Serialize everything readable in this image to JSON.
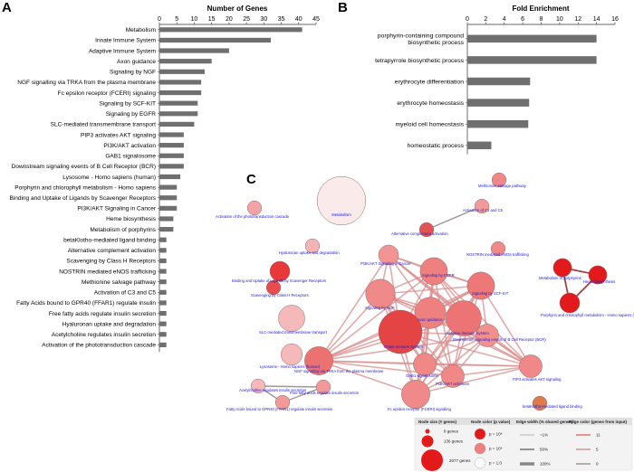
{
  "chart_data": [
    {
      "panel": "A",
      "type": "bar",
      "orientation": "horizontal",
      "title": "Number of Genes",
      "xlim": [
        0,
        45
      ],
      "ticks": [
        0,
        5,
        10,
        15,
        20,
        25,
        30,
        35,
        40,
        45
      ],
      "categories": [
        "Metabolism",
        "Innate Immune System",
        "Adaptive Immune System",
        "Axon guidance",
        "Signaling by NGF",
        "NGF signalling via TRKA from the plasma membrane",
        "Fc epsilon receptor (FCERI) signaling",
        "Signaling by SCF-KIT",
        "Signaling by EGFR",
        "SLC-mediated transmembrane transport",
        "PIP3 activates AKT signaling",
        "PI3K/AKT activation",
        "GAB1 signalosome",
        "Downstream signaling events of B Cell Receptor (BCR)",
        "Lysosome - Homo sapiens (human)",
        "Porphyrin and chlorophyll metabolism - Homo sapiens",
        "Binding and Uptake of Ligands by Scavenger Receptors",
        "PI3K/AKT Signaling in Cancer",
        "Heme biosynthesis",
        "Metabolism of porphyrins",
        "betaKlotho-mediated ligand binding",
        "Alternative complement activation",
        "Scavenging by Class H Receptors",
        "NOSTRIN mediated eNOS trafficking",
        "Methionine salvage pathway",
        "Activation of C3 and C5",
        "Fatty Acids bound to GPR40 (FFAR1) regulate insulin",
        "Free fatty acids regulate insulin secretion",
        "Hyaluronan uptake and degradation",
        "Acetylcholine regulates insulin secretion",
        "Activation of the phototransduction cascade"
      ],
      "values": [
        41,
        32,
        20,
        15,
        13,
        12,
        12,
        11,
        11,
        10,
        7,
        7,
        7,
        7,
        6,
        5,
        5,
        5,
        4,
        4,
        2,
        2,
        2,
        2,
        2,
        2,
        2,
        2,
        2,
        2,
        2
      ]
    },
    {
      "panel": "B",
      "type": "bar",
      "orientation": "horizontal",
      "title": "Fold Enrichment",
      "xlim": [
        0,
        16
      ],
      "ticks": [
        0,
        2,
        4,
        6,
        8,
        10,
        12,
        14,
        16
      ],
      "categories": [
        "porphyrin-containing compound\nbiosynthetic process",
        "tetrapyrrole biosynthetic process",
        "erythrocyte differentiation",
        "erythrocyte homeostasis",
        "myeloid cell homeostasis",
        "homeostatic process"
      ],
      "values": [
        14,
        14,
        6.8,
        6.7,
        6.6,
        2.6
      ]
    }
  ],
  "panel_c": {
    "label": "C",
    "nodes": [
      {
        "id": "metabolism",
        "label": "Metabolism",
        "size": 41,
        "color": "#fbeaea"
      },
      {
        "id": "phototrans",
        "label": "Activation of the phototransduction cascade",
        "size": 2,
        "color": "#f2a3a3"
      },
      {
        "id": "hyaluronan",
        "label": "Hyaluronan uptake and degradation",
        "size": 2,
        "color": "#f4b4b4"
      },
      {
        "id": "binding",
        "label": "Binding and Uptake of Ligands by Scavenger Receptors",
        "size": 5,
        "color": "#e8383a"
      },
      {
        "id": "scavenging",
        "label": "Scavenging by Class H Receptors",
        "size": 2,
        "color": "#e84c4c"
      },
      {
        "id": "slc",
        "label": "SLC-mediated transmembrane transport",
        "size": 10,
        "color": "#f5b9b9"
      },
      {
        "id": "lysosome",
        "label": "Lysosome - Homo sapiens (human)",
        "size": 6,
        "color": "#f5b9b9"
      },
      {
        "id": "methionine",
        "label": "Methionine salvage pathway",
        "size": 2,
        "color": "#f08888"
      },
      {
        "id": "c3c5",
        "label": "Activation of C3 and C5",
        "size": 2,
        "color": "#f29a9a"
      },
      {
        "id": "altcomp",
        "label": "Alternative complement activation",
        "size": 2,
        "color": "#e25454"
      },
      {
        "id": "nostrin",
        "label": "NOSTRIN mediated eNOS trafficking",
        "size": 2,
        "color": "#f08a8a"
      },
      {
        "id": "pi3kcancer",
        "label": "PI3K/AKT Signaling in Cancer",
        "size": 5,
        "color": "#f29494"
      },
      {
        "id": "egfr",
        "label": "Signaling by EGFR",
        "size": 11,
        "color": "#ee8080"
      },
      {
        "id": "scfkit",
        "label": "Signaling by SCF-KIT",
        "size": 11,
        "color": "#ee7878"
      },
      {
        "id": "ngf",
        "label": "Signaling by NGF",
        "size": 13,
        "color": "#f08a8a"
      },
      {
        "id": "axon",
        "label": "Axon guidance",
        "size": 15,
        "color": "#ee8080"
      },
      {
        "id": "adaptive",
        "label": "Adaptive Immune System",
        "size": 20,
        "color": "#ec7474"
      },
      {
        "id": "innate",
        "label": "Innate Immune System",
        "size": 32,
        "color": "#e54444"
      },
      {
        "id": "bcr",
        "label": "Downstream signaling events of B Cell Receptor (BCR)",
        "size": 7,
        "color": "#f29090"
      },
      {
        "id": "ngftrka",
        "label": "NGF signalling via TRKA from the plasma membrane",
        "size": 12,
        "color": "#ec7272"
      },
      {
        "id": "gab1",
        "label": "GAB1 signalosome",
        "size": 7,
        "color": "#f08888"
      },
      {
        "id": "pi3kakt",
        "label": "PI3K/AKT activation",
        "size": 7,
        "color": "#f08888"
      },
      {
        "id": "pip3",
        "label": "PIP3 activates AKT signaling",
        "size": 7,
        "color": "#f08888"
      },
      {
        "id": "fceri",
        "label": "Fc epsilon receptor (FCERI) signaling",
        "size": 12,
        "color": "#f08a8a"
      },
      {
        "id": "acetyl",
        "label": "Acetylcholine regulates insulin secretion",
        "size": 2,
        "color": "#f5b9b9"
      },
      {
        "id": "freefa",
        "label": "Free fatty acids regulate insulin secretion",
        "size": 2,
        "color": "#f29a9a"
      },
      {
        "id": "gpr40",
        "label": "Fatty Acids bound to GPR40 (FFAR1) regulate insulin secretion",
        "size": 2,
        "color": "#f29a9a"
      },
      {
        "id": "betaklotho",
        "label": "betaKlotho-mediated ligand binding",
        "size": 2,
        "color": "#e07a4a"
      },
      {
        "id": "metporph",
        "label": "Metabolism of porphyrins",
        "size": 4,
        "color": "#e31a1c"
      },
      {
        "id": "heme",
        "label": "Heme biosynthesis",
        "size": 4,
        "color": "#e31a1c"
      },
      {
        "id": "porphyrin",
        "label": "Porphyrin and chlorophyll metabolism - Homo sapiens (human)",
        "size": 5,
        "color": "#e31a1c"
      }
    ],
    "edges": [
      [
        "altcomp",
        "c3c5"
      ],
      [
        "binding",
        "scavenging"
      ],
      [
        "metporph",
        "heme"
      ],
      [
        "metporph",
        "porphyrin"
      ],
      [
        "heme",
        "porphyrin"
      ],
      [
        "acetyl",
        "freefa"
      ],
      [
        "acetyl",
        "gpr40"
      ],
      [
        "freefa",
        "gpr40"
      ],
      [
        "pi3kcancer",
        "egfr"
      ],
      [
        "pi3kcancer",
        "scfkit"
      ],
      [
        "pi3kcancer",
        "ngf"
      ],
      [
        "pi3kcancer",
        "axon"
      ],
      [
        "pi3kcancer",
        "adaptive"
      ],
      [
        "pi3kcancer",
        "innate"
      ],
      [
        "pi3kcancer",
        "bcr"
      ],
      [
        "pi3kcancer",
        "pip3"
      ],
      [
        "pi3kcancer",
        "ngftrka"
      ],
      [
        "egfr",
        "scfkit"
      ],
      [
        "egfr",
        "ngf"
      ],
      [
        "egfr",
        "axon"
      ],
      [
        "egfr",
        "adaptive"
      ],
      [
        "egfr",
        "innate"
      ],
      [
        "egfr",
        "bcr"
      ],
      [
        "egfr",
        "gab1"
      ],
      [
        "egfr",
        "pi3kakt"
      ],
      [
        "egfr",
        "pip3"
      ],
      [
        "egfr",
        "ngftrka"
      ],
      [
        "egfr",
        "fceri"
      ],
      [
        "scfkit",
        "ngf"
      ],
      [
        "scfkit",
        "axon"
      ],
      [
        "scfkit",
        "adaptive"
      ],
      [
        "scfkit",
        "innate"
      ],
      [
        "scfkit",
        "bcr"
      ],
      [
        "scfkit",
        "gab1"
      ],
      [
        "scfkit",
        "pi3kakt"
      ],
      [
        "scfkit",
        "pip3"
      ],
      [
        "scfkit",
        "ngftrka"
      ],
      [
        "scfkit",
        "fceri"
      ],
      [
        "ngf",
        "axon"
      ],
      [
        "ngf",
        "adaptive"
      ],
      [
        "ngf",
        "innate"
      ],
      [
        "ngf",
        "bcr"
      ],
      [
        "ngf",
        "gab1"
      ],
      [
        "ngf",
        "pi3kakt"
      ],
      [
        "ngf",
        "pip3"
      ],
      [
        "ngf",
        "ngftrka"
      ],
      [
        "ngf",
        "fceri"
      ],
      [
        "axon",
        "adaptive"
      ],
      [
        "axon",
        "innate"
      ],
      [
        "axon",
        "bcr"
      ],
      [
        "axon",
        "gab1"
      ],
      [
        "axon",
        "pi3kakt"
      ],
      [
        "axon",
        "pip3"
      ],
      [
        "axon",
        "ngftrka"
      ],
      [
        "axon",
        "fceri"
      ],
      [
        "adaptive",
        "innate"
      ],
      [
        "adaptive",
        "bcr"
      ],
      [
        "adaptive",
        "gab1"
      ],
      [
        "adaptive",
        "pi3kakt"
      ],
      [
        "adaptive",
        "pip3"
      ],
      [
        "adaptive",
        "ngftrka"
      ],
      [
        "adaptive",
        "fceri"
      ],
      [
        "innate",
        "bcr"
      ],
      [
        "innate",
        "gab1"
      ],
      [
        "innate",
        "pi3kakt"
      ],
      [
        "innate",
        "pip3"
      ],
      [
        "innate",
        "ngftrka"
      ],
      [
        "innate",
        "fceri"
      ],
      [
        "bcr",
        "gab1"
      ],
      [
        "bcr",
        "pi3kakt"
      ],
      [
        "bcr",
        "pip3"
      ],
      [
        "bcr",
        "ngftrka"
      ],
      [
        "bcr",
        "fceri"
      ],
      [
        "ngftrka",
        "gab1"
      ],
      [
        "ngftrka",
        "pi3kakt"
      ],
      [
        "ngftrka",
        "pip3"
      ],
      [
        "ngftrka",
        "fceri"
      ],
      [
        "gab1",
        "pi3kakt"
      ],
      [
        "gab1",
        "pip3"
      ],
      [
        "gab1",
        "fceri"
      ],
      [
        "pi3kakt",
        "pip3"
      ],
      [
        "pi3kakt",
        "fceri"
      ],
      [
        "pip3",
        "fceri"
      ]
    ],
    "legend": {
      "size_title": "Node size (# genes)",
      "size_items": [
        "8 genes",
        "136 genes",
        "2077 genes"
      ],
      "color_title": "Node color (p value)",
      "color_items": [
        "p = 10⁸",
        "p = 10⁴",
        "p = 1.0"
      ],
      "color_values": [
        "#e31a1c",
        "#f08080",
        "#ffffff"
      ],
      "width_title": "Edge width (% shared genes)",
      "width_items": [
        "~1%",
        "50%",
        "100%"
      ],
      "edgecolor_title": "Edge color (genes from input)",
      "edgecolor_items": [
        "11",
        "5",
        "0"
      ],
      "edgecolor_values": [
        "#e66a6a",
        "#c98f8f",
        "#9a8f8f"
      ]
    }
  },
  "panel_labels": {
    "a": "A",
    "b": "B"
  }
}
